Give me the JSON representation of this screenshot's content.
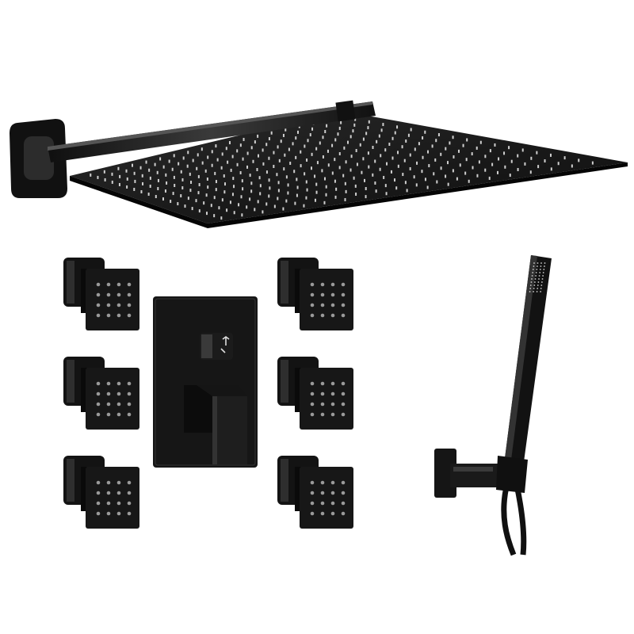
{
  "colors": {
    "background": "#ffffff",
    "finish": "#141414",
    "highlight": "#5a5a5a",
    "nozzle": "#cfcfcf"
  },
  "products": {
    "body_jet_count": 6,
    "body_jet_nozzle_grid": [
      4,
      4
    ]
  }
}
